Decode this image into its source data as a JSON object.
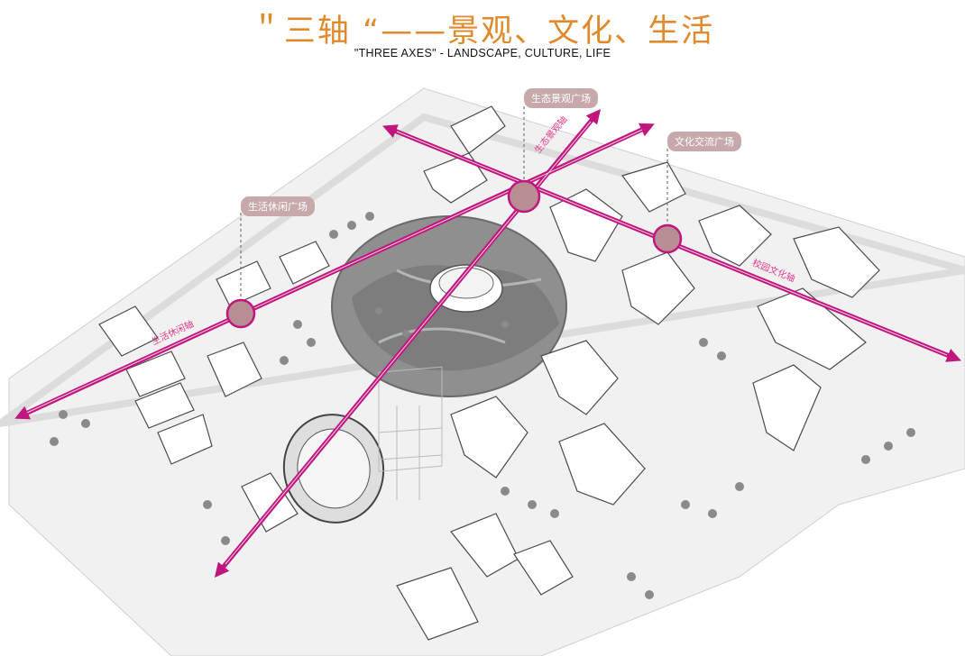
{
  "header": {
    "title": "＂三轴 “——景观、文化、生活",
    "subtitle": "\"THREE AXES\" - LANDSCAPE, CULTURE, LIFE"
  },
  "callouts": {
    "ecology": "生态景观广场",
    "culture": "文化交流广场",
    "life": "生活休闲广场"
  },
  "axis_labels": {
    "landscape": "生态景观轴",
    "culture": "校园文化轴",
    "life": "生活休闲轴"
  },
  "colors": {
    "axis": "#c0177e",
    "callout_bg": "#c7a9ac",
    "title": "#e08a2c",
    "node": "#b88d93"
  }
}
